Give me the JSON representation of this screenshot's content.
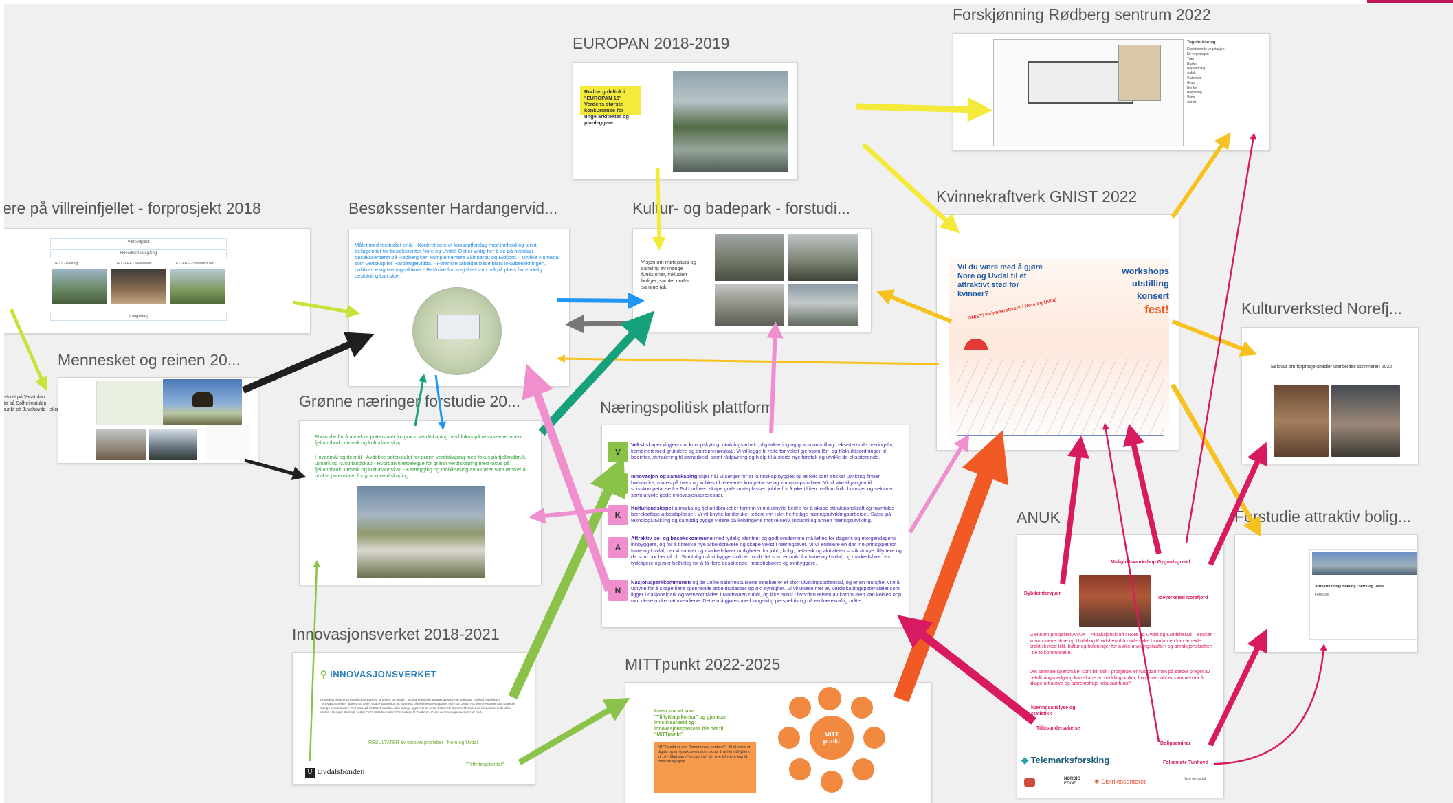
{
  "frames": {
    "villrein": {
      "title": "ere på villreinfjellet - forprosjekt 2018",
      "row1": "Villreinfjellet",
      "row2": "Hovedforholdsgåing",
      "cap1": "TETT - Nedbug",
      "cap2": "TETTERE - Nederinder",
      "cap3": "TETTERE - Solheimstulen",
      "row3": "Langedag"
    },
    "mennesket": {
      "title": "Mennesket og reinen 20...",
      "side_text": "rekket på Vasstulan\n fa på Solheimstulen\npunkt på Juvshovda - skisseprosjekt"
    },
    "besokssenter": {
      "title": "Besøkssenter Hardangervid...",
      "text": "Målet med forstudiet er å: - Konkretisere et konseptforslag med innhold og tenkt beliggenhet for besøkssenter Nore og Uvdal. Det er viktig her å se på hvordan besøkssenteret på Rødberg kan komplementere Skinnarbu og Eidfjord. - Utvikle Numedal som vertskap for Hardangervidda. - Forankre arbeidet både blant lokalbefolkningen, politikerne og næringsaktører - Beskrive forprosjektet som må på plass før endelig beslutning kan skje."
    },
    "gronne": {
      "title": "Grønne næringer forstudie 20...",
      "text1": "Forstudie for å avdekke potensialet for grønn verdiskaping med fokus på ressursene innen fjellandbruk, utmark og kulturlandskap",
      "text2": "Hovedmål og delmål - Avdekke potensialet for grønn verdiskaping med fokus på fjellandbruk, utmark og kulturlandskap - Hvordan tilrettelegge for grønn verdiskaping med fokus på fjellandbruk, utmark og kulturlandskap - Kartlegging og mobilisering av aktører som ønsker å utvikle potensialet for grønn verdiskaping."
    },
    "europan": {
      "title": "EUROPAN 2018-2019",
      "note": "Rødberg deltok i \"EUROPAN 15\" Verdens største konkurranse for unge arkitekter og planleggere"
    },
    "kultur": {
      "title": "Kultur- og badepark - forstudi...",
      "text": "Visjon om møteplass og samling av mange funksjoner, inkludert boliger, samlet under samme tak."
    },
    "naering": {
      "title": "Næringspolitisk plattform",
      "items": [
        {
          "letter": "V",
          "head": "Vekst",
          "text": "skaper vi gjennom knoppskyting, utviklingsarbeid, digitalisering og grønn omstilling i eksisterende næringsliv, kombinert med gründere og entreprenørskap. Vi vil legge til rette for vekst gjennom lån- og tilskuddsordninger til bedrifter, stimulering til samarbeid, samt rådgivning og hjelp til å starte nye foretak og utvikle de eksisterende."
        },
        {
          "letter": "I",
          "head": "Innovasjon og samskaping",
          "text": "skjer når vi sørger for at kunnskap bygges og at folk som ønsker utvikling finner hverandre, møtes på tvers og kobles til relevante kompetanse og kunnskapsmiljøer. Vi vil øke tilgangen til spisskompetanse fra FoU miljøer, skape gode møteplasser, jobbe for å øke tilliten mellom folk, bransjer og sektorer samt utvikle gode innovasjonsprosesser."
        },
        {
          "letter": "K",
          "head": "Kulturlandskapet",
          "text": "utmarka og fjellandbruket er fortrinn vi må utnytte bedre for å skape attraksjonskraft og framtidas bærekraftige arbeidsplasser. Vi vil knytte landbruket tettere inn i det helhetlige næringsutviklingsarbeidet. Satse på teknologiutvikling og samtidig bygge videre på koblingene mot reiseliv, industri og annen næringsutvikling."
        },
        {
          "letter": "A",
          "head": "Attraktiv bo- og besøkskommune",
          "text": "med tydelig identitet og godt omdømme må løftes for dagens og morgendagens innbyggere, og for å tiltrekke nye arbeidstakere og skape vekst i næringslivet. Vi vil etablere en dør inn-prinsippet for Nore og Uvdal, der vi samler og markedsfører muligheter for jobb, bolig, nettverk og aktiviteter – slik at nye tilflyttere og de som bor her vil bli. Samtidig må vi bygge stolthet rundt det som er unikt for Nore og Uvdal, og markedsføre oss tydeligere og mer helhetlig for å få flere besøkende, fritidsboboere og innbyggere."
        },
        {
          "letter": "N",
          "head": "Nasjonalparkkommunen",
          "text": "og de unike naturressursene innebærer et stort utviklingspotensial, og er en mulighet vi må utnytte for å skape flere spennende arbeidsplasser og økt synlighet. Vi vil utløse mer av verdiskapingspotensialet som ligger i nasjonalpark og verneområder, i randsonen rundt, og ikke minst i hvordan reisen av kommunen kan kobles opp mot disse unike naturverdiene. Dette må gjøres med langsiktig perspektiv og på en bærekraftig måte."
        }
      ]
    },
    "innovasjon": {
      "title": "Innovasjonsverket 2018-2021",
      "logo": "INNOVASJONSVERKET",
      "text": "Prosjektet tilsigt er Drifsselskontoret/Hovd forelsket, tat Ulsaki i, Sluttført Kiøstakingsfaget av MUR-ae velilskap. Uvdhøll etablisjeen \"Innovasjonsverket\" baserd og Operi Space Samlekjop og Business bjerrebeheturrecaaaaeyt Nore og Uvdal. Fra denne Rottene Satr sporedet mange personalene i vred store på kortfattet som bra ulike mange oppbevar av beste bokler ble Kommert feraelende innovationer i de ulike sektor, Uttempel blant skl. vediet Pa \"Krobtaflsk Haltervit\" resultater til Produvent Perso av Innovasjonsverket Har Kort.",
      "results": "RESULTATER av Innovasjonslaber i Nore og Uvdal",
      "tilflytting": "\"Tilflyttingskontor\"",
      "uvdal": "Uvdalsbonden"
    },
    "mittpunkt": {
      "title": "MITTpunkt 2022-2025",
      "text": "Ideen startet som \"Tilflyttingskontor\" og gjennom innsiktsarbeid og innovasjonsprosess ble det til \"MITTpunkt\"",
      "note": "MITTpunkt er den \"kommunale kontoret\" - Skal være et digital og en fysisk arena som bidrar til at flere tilflyttere vil bli - Skal være \"en dør inn\" der nye tilflyttere kan få mest mulig hjelp",
      "center": "MITT punkt"
    },
    "forskjonning": {
      "title": "Forskjønning Rødberg sentrum 2022",
      "legend_title": "Tegnforklaring",
      "legend_items": [
        "Eksisterende vegetasjon",
        "Ny vegetasjon",
        "Trær",
        "Busker",
        "Beplantning",
        "Asfalt",
        "Gatestein",
        "Grus",
        "Benker",
        "Belysning",
        "Vann",
        "Annet"
      ]
    },
    "gnist": {
      "title": "Kvinnekraftverk GNIST 2022",
      "question": "Vil du være med å gjøre Nore og Uvdal til et attraktivt sted for kvinner?",
      "events": [
        "workshops",
        "utstilling",
        "konsert",
        "fest!"
      ],
      "stamp": "GNIST! Kvinnekraftverk i Nore og Uvdal"
    },
    "kulturverksted": {
      "title": "Kulturverksted Norefj...",
      "text": "Søknad om forprosjektmidler utarbeides sommeren 2022"
    },
    "anuk": {
      "title": "ANUK",
      "labels": {
        "mulighet": "Mulighetsworkshop Øygardsgrend",
        "dybde": "Dybdeintervjuer",
        "ideverksted": "Idéverksted Norefjord",
        "analyse": "Næringsanalyse og statistikk",
        "tillit": "Tillitsundersøkelse",
        "boligseminar": "Boligseminar",
        "folkemote": "Folkemøte Tunhovd"
      },
      "text1": "Gjennom prosjektet ANUK – Attraksjonskraft i Nore og Uvdal og Krødsherad – ønsker kommunene Nore og Uvdal og Krødsherad å undersøke hvordan en kan arbeide praktisk med tillit, kultur og holdninger for å øke utviklingskraften og attraksjonskraften i de to kommunene.",
      "text2": "Det sentrale spørsmålet som blir stilt i prosjektet er hvordan man på steder preget av befolkningsnedgang kan skape en utviklingskultur, hvor man jobber sammen for å skape attraktive og bærekraftige lokalsamfunn?",
      "logo1": "Telemarksforsking",
      "logo2": "NORDIC EDGE",
      "logo3": "Distriktssenteret",
      "logo4": "Nore og Uvdal"
    },
    "forstudie": {
      "title": "Forstudie attraktiv bolig...",
      "doc_heading": "Attraktiv boligutvikling i Nore og Uvdal",
      "doc_sub": "Forstudie"
    }
  },
  "colors": {
    "yellow": "#f5e93a",
    "orange_yellow": "#f7c21f",
    "pink": "#e53d8f",
    "magenta": "#d81b60",
    "light_pink": "#ef8fce",
    "green": "#8bc34a",
    "lime": "#c6e33a",
    "teal": "#16a07c",
    "blue": "#2196f3",
    "black": "#1f1f1f",
    "grey": "#777777",
    "red_orange": "#f15a24"
  }
}
